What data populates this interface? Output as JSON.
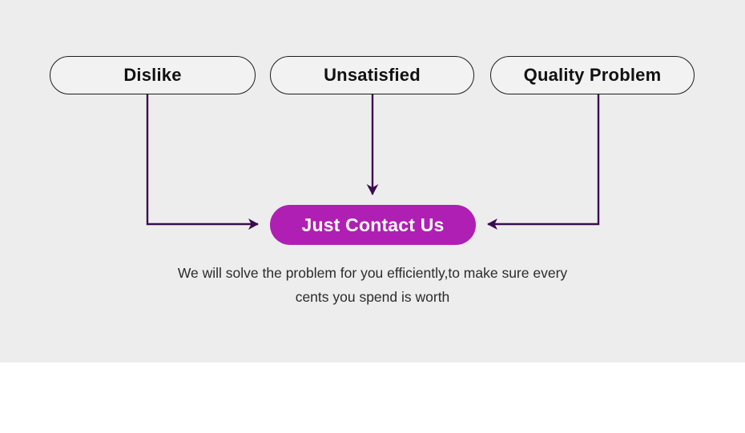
{
  "panel": {
    "background_color": "#ededed",
    "page_background_color": "#ffffff"
  },
  "flow": {
    "sources": [
      {
        "label": "Dislike"
      },
      {
        "label": "Unsatisfied"
      },
      {
        "label": "Quality Problem"
      }
    ],
    "target": {
      "label": "Just Contact Us",
      "fill_color": "#b01fb3",
      "text_color": "#ffffff"
    },
    "connector_color": "#3a0d4f",
    "connectors": [
      {
        "name": "dislike-to-contact",
        "direction": "down-then-right",
        "arrow": "right"
      },
      {
        "name": "unsatisfied-to-contact",
        "direction": "down",
        "arrow": "down"
      },
      {
        "name": "quality-problem-to-contact",
        "direction": "down-then-left",
        "arrow": "left"
      }
    ]
  },
  "caption": {
    "line1": "We will solve the problem for you efficiently,to make sure every",
    "line2": "cents you spend is worth",
    "text_color": "#2b2b2b"
  }
}
